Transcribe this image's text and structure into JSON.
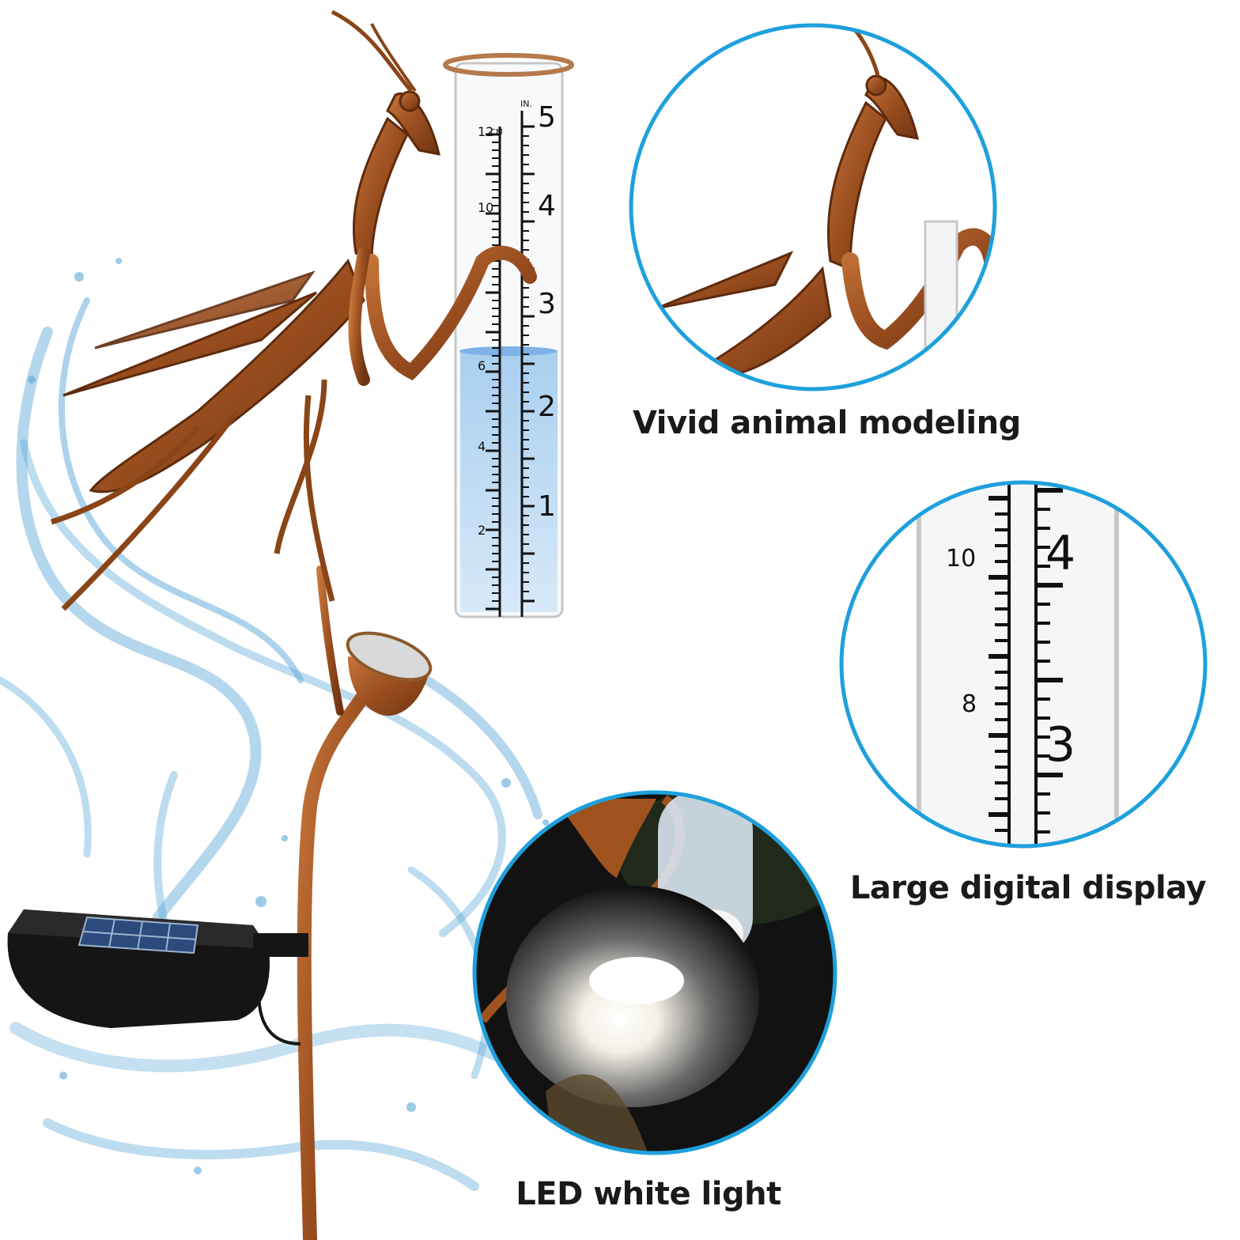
{
  "accent_color": "#1ea0dc",
  "copper_color": "#a0521e",
  "water_color": "#5aa7d8",
  "gauge": {
    "unit_in": "IN.",
    "unit_cm": "CM",
    "inch_labels": [
      "5",
      "4",
      "3",
      "2",
      "1"
    ],
    "cm_labels": [
      "12",
      "10",
      "6",
      "4",
      "2"
    ],
    "water_level_in": 2.4
  },
  "zoom_gauge": {
    "inch_labels": [
      "4",
      "3"
    ],
    "cm_labels": [
      "10",
      "8"
    ]
  },
  "callouts": {
    "animal": {
      "caption": "Vivid animal modeling",
      "icon": "mantis-closeup"
    },
    "display": {
      "caption": "Large digital display",
      "icon": "scale-closeup"
    },
    "led": {
      "caption": "LED white light",
      "icon": "led-glow-closeup"
    }
  },
  "parts": [
    "mantis-figure",
    "rain-gauge-tube",
    "solar-panel",
    "led-lamp-cup",
    "garden-stake",
    "water-splash"
  ]
}
